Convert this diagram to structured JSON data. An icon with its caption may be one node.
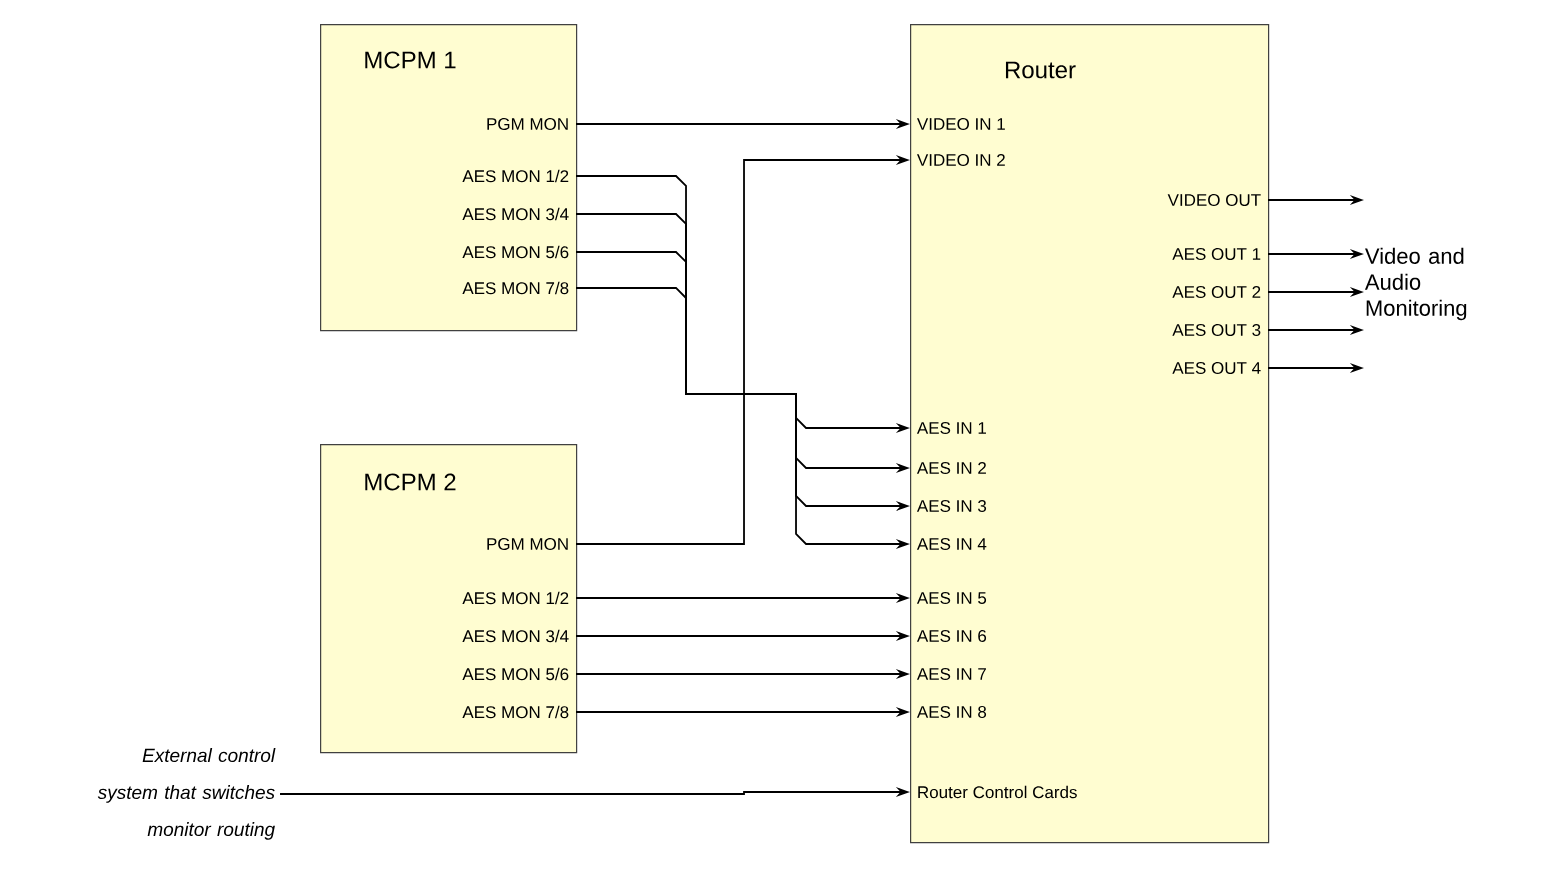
{
  "diagram": {
    "nodes": [
      {
        "text": [
          "MCPM 1"
        ]
      },
      {
        "text": [
          "PGM MON"
        ],
        "in": 0
      },
      {
        "text": [
          "AES MON 1/2"
        ],
        "in": 0
      },
      {
        "text": [
          "AES MON 3/4"
        ],
        "in": 0
      },
      {
        "text": [
          "AES MON 5/6"
        ],
        "in": 0
      },
      {
        "text": [
          "AES MON 7/8"
        ],
        "in": 0
      },
      {
        "text": [
          "MCPM 2"
        ]
      },
      {
        "text": [
          "PGM MON"
        ],
        "in": 6
      },
      {
        "text": [
          "AES MON 1/2"
        ],
        "in": 6
      },
      {
        "text": [
          "AES MON 3/4"
        ],
        "in": 6
      },
      {
        "text": [
          "AES MON 5/6"
        ],
        "in": 6
      },
      {
        "text": [
          "AES MON 7/8"
        ],
        "in": 6
      },
      {
        "text": [
          "Router"
        ]
      },
      {
        "text": [
          "VIDEO IN 1"
        ],
        "in": 12
      },
      {
        "text": [
          "VIDEO IN 2"
        ],
        "in": 12
      },
      {
        "text": [
          "VIDEO OUT"
        ],
        "in": 12
      },
      {
        "text": [
          "AES OUT 1"
        ],
        "in": 12
      },
      {
        "text": [
          "AES OUT 2"
        ],
        "in": 12
      },
      {
        "text": [
          "AES OUT 3"
        ],
        "in": 12
      },
      {
        "text": [
          "AES OUT 4"
        ],
        "in": 12
      },
      {
        "text": [
          "AES IN 1"
        ],
        "in": 12
      },
      {
        "text": [
          "AES IN 2"
        ],
        "in": 12
      },
      {
        "text": [
          "AES IN 3"
        ],
        "in": 12
      },
      {
        "text": [
          "AES IN 4"
        ],
        "in": 12
      },
      {
        "text": [
          "AES IN 5"
        ],
        "in": 12
      },
      {
        "text": [
          "AES IN 6"
        ],
        "in": 12
      },
      {
        "text": [
          "AES IN 7"
        ],
        "in": 12
      },
      {
        "text": [
          "AES IN 8"
        ],
        "in": 12
      },
      {
        "text": [
          "Router Control Cards"
        ],
        "in": 12
      },
      {
        "text": [
          "External control system that switches monitor routing"
        ]
      },
      {
        "text": [
          "Video and Audio Monitoring"
        ]
      }
    ],
    "edges": [
      {
        "from": 1,
        "to": 13,
        "arrow": "to"
      },
      {
        "from": 7,
        "to": 14,
        "arrow": "to"
      },
      {
        "from": 2,
        "to": 20,
        "arrow": "to"
      },
      {
        "from": 3,
        "to": 21,
        "arrow": "to"
      },
      {
        "from": 4,
        "to": 22,
        "arrow": "to"
      },
      {
        "from": 5,
        "to": 23,
        "arrow": "to"
      },
      {
        "from": 8,
        "to": 24,
        "arrow": "to"
      },
      {
        "from": 9,
        "to": 25,
        "arrow": "to"
      },
      {
        "from": 10,
        "to": 26,
        "arrow": "to"
      },
      {
        "from": 11,
        "to": 27,
        "arrow": "to"
      },
      {
        "from": 29,
        "to": 28,
        "arrow": "to"
      },
      {
        "from": 15,
        "to": 30,
        "arrow": "to"
      },
      {
        "from": 16,
        "to": 30,
        "arrow": "to"
      },
      {
        "from": 17,
        "to": 30,
        "arrow": "to"
      },
      {
        "from": 18,
        "to": 30,
        "arrow": "to"
      },
      {
        "from": 19,
        "to": 30,
        "arrow": "to"
      }
    ]
  }
}
